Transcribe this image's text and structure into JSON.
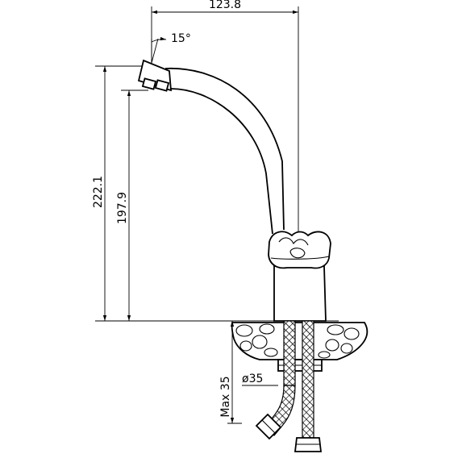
{
  "dimensions": {
    "width_top": "123.8",
    "spout_angle": "15°",
    "height_total": "222.1",
    "height_spout": "197.9",
    "max_mount_thickness": "Max 35",
    "hole_diameter": "ø35"
  }
}
